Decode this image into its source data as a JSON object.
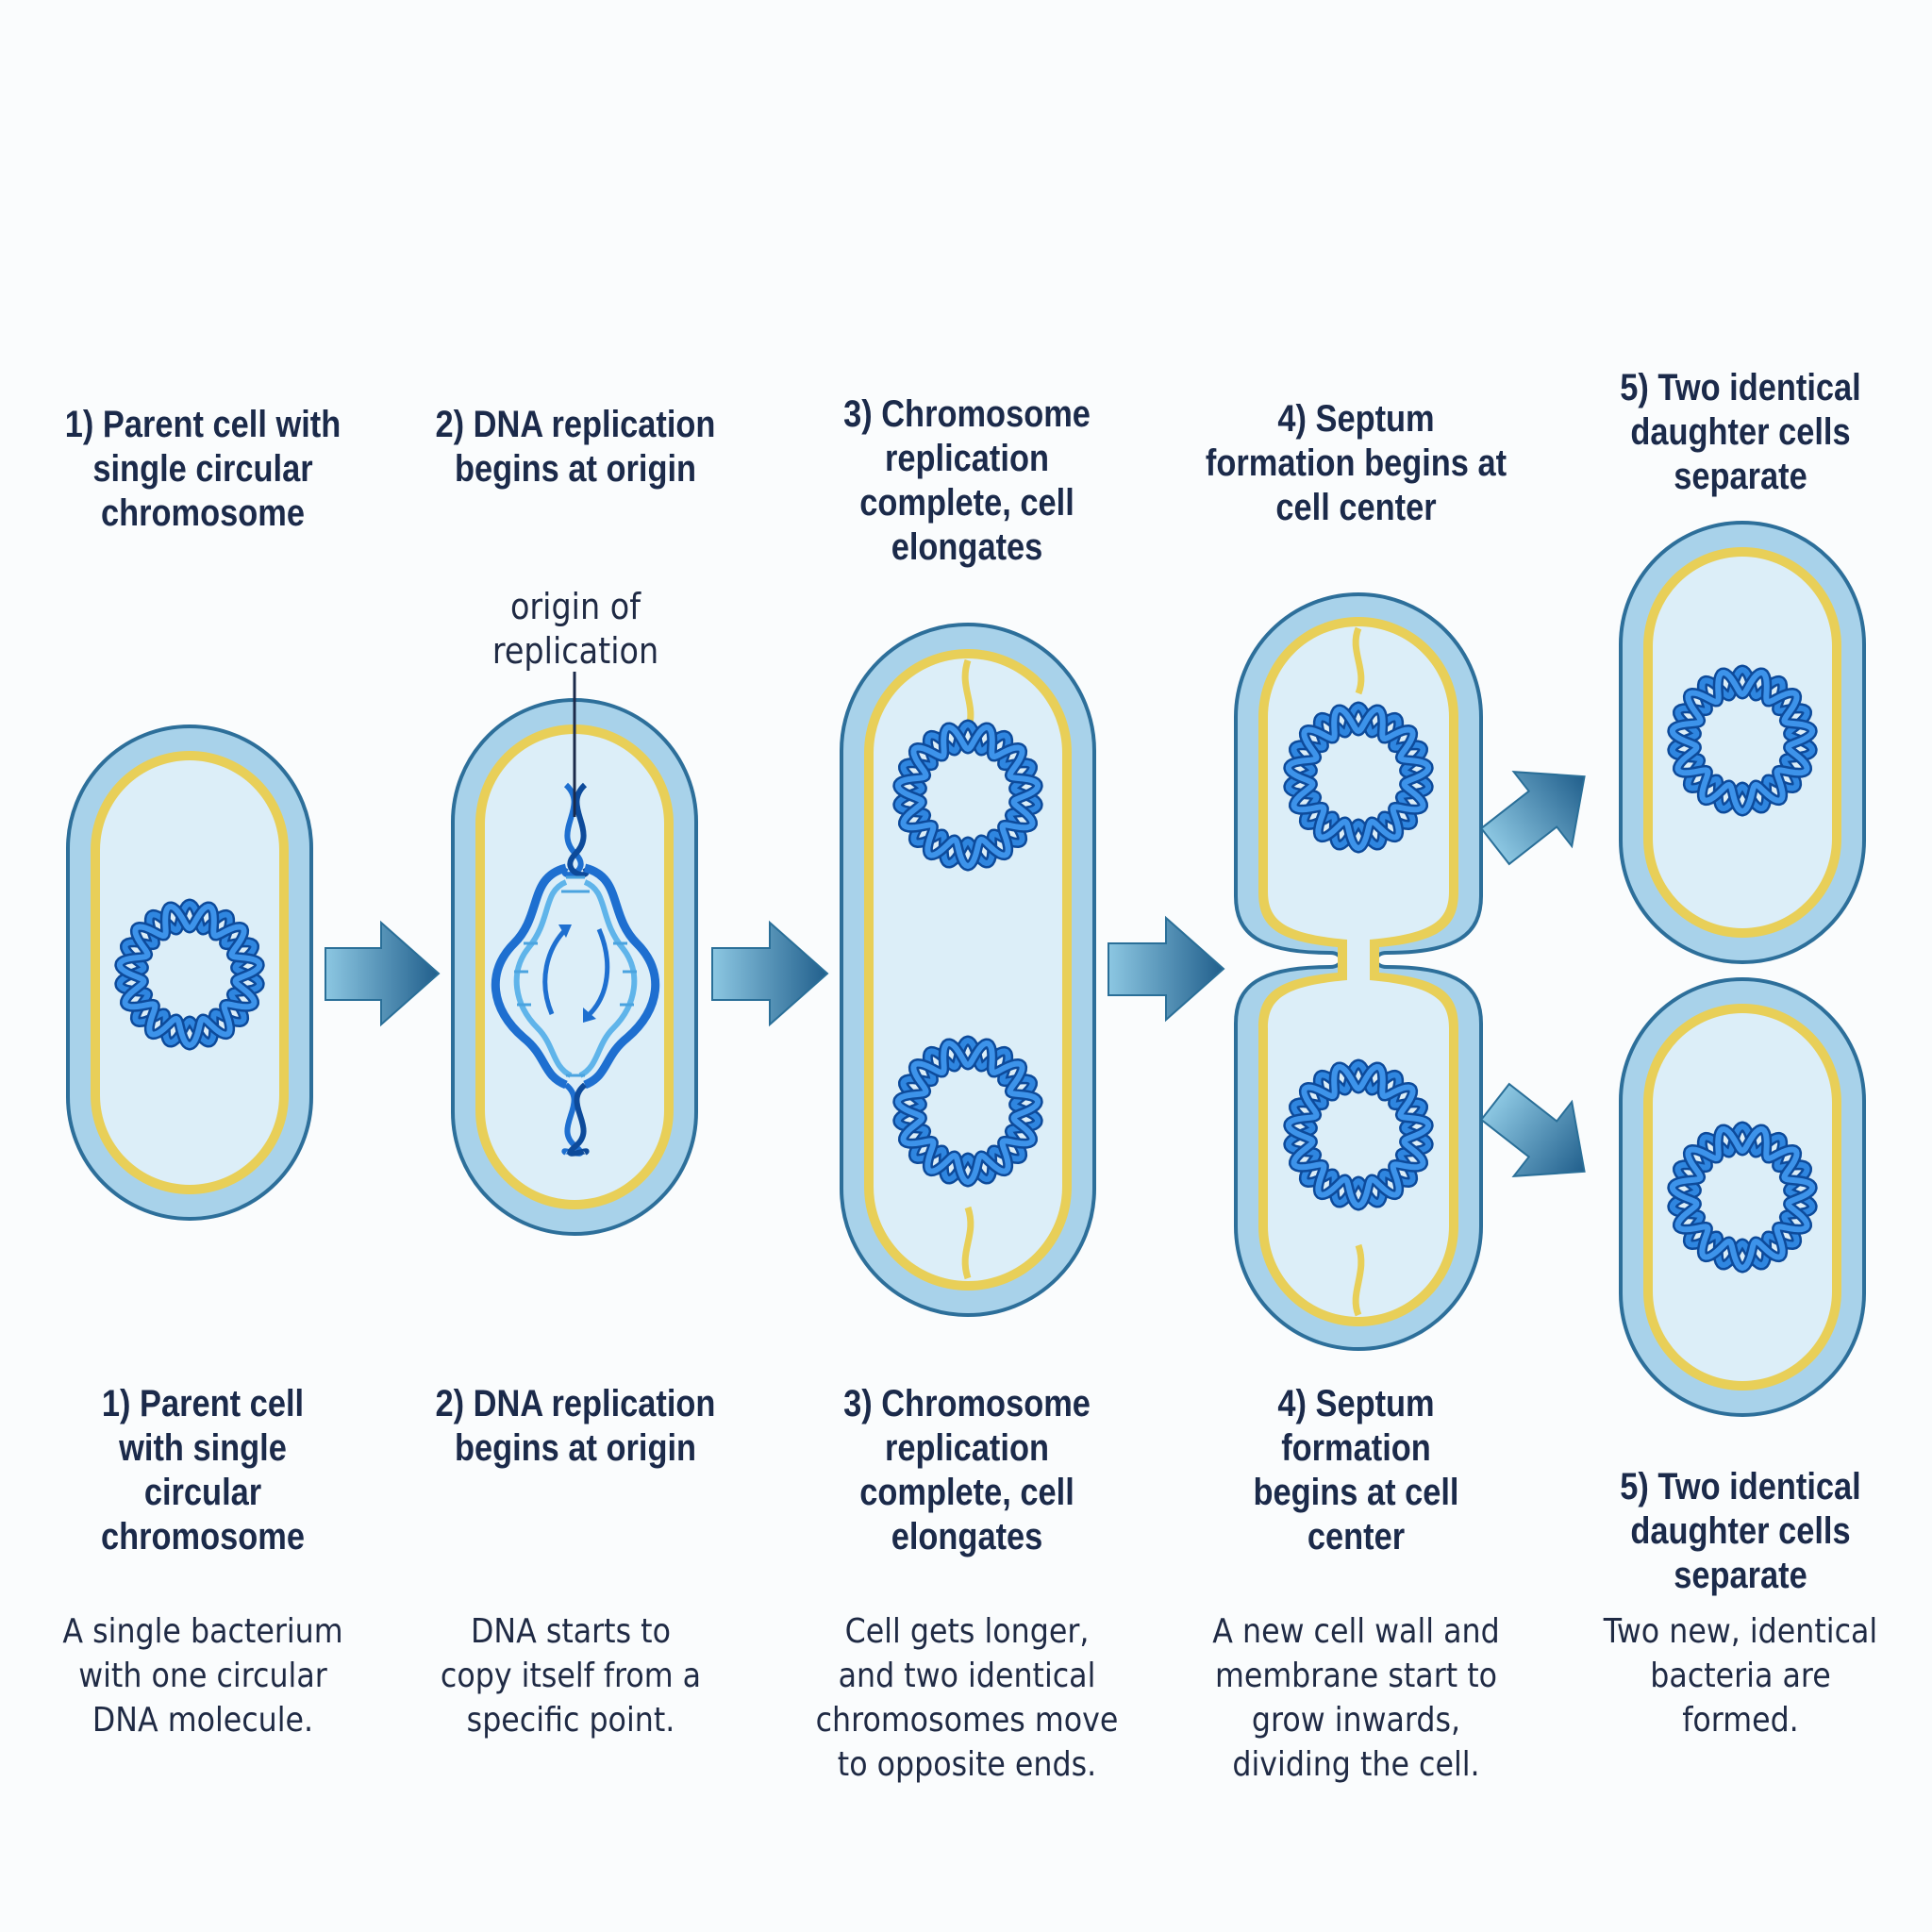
{
  "steps": [
    {
      "title_top": "1) Parent cell with single circular chromosome",
      "title_bottom": "1) Parent cell with single circular chromosome",
      "description": "A single bacterium with one circular DNA molecule."
    },
    {
      "title_top": "2) DNA replication begins at origin",
      "title_bottom": "2) DNA replication begins at origin",
      "description": "DNA starts to copy itself from a specific point."
    },
    {
      "title_top": "3) Chromosome replication complete, cell elongates",
      "title_bottom": "3) Chromosome replication complete, cell elongates",
      "description": "Cell gets longer, and two identical chromosomes move to opposite ends."
    },
    {
      "title_top": "4) Septum formation begins at cell center",
      "title_bottom": "4) Septum formation begins at cell center",
      "description": "A new cell wall and membrane start to grow inwards, dividing the cell."
    },
    {
      "title_top": "5) Two identical daughter cells separate",
      "title_bottom": "5) Two identical daughter cells separate",
      "description": "Two new, identical bacteria are formed."
    }
  ],
  "annotations": {
    "origin_label": "origin of replication"
  },
  "colors": {
    "cell_wall_fill": "#a8d2ea",
    "cell_wall_stroke": "#2d6f9a",
    "membrane": "#e8cf58",
    "cytoplasm": "#dceef8",
    "dna": "#1e6fd0",
    "dna_dark": "#0d4a9a",
    "arrow_light": "#7fc0de",
    "arrow_dark": "#2a6f98",
    "text": "#1b2a4a"
  }
}
